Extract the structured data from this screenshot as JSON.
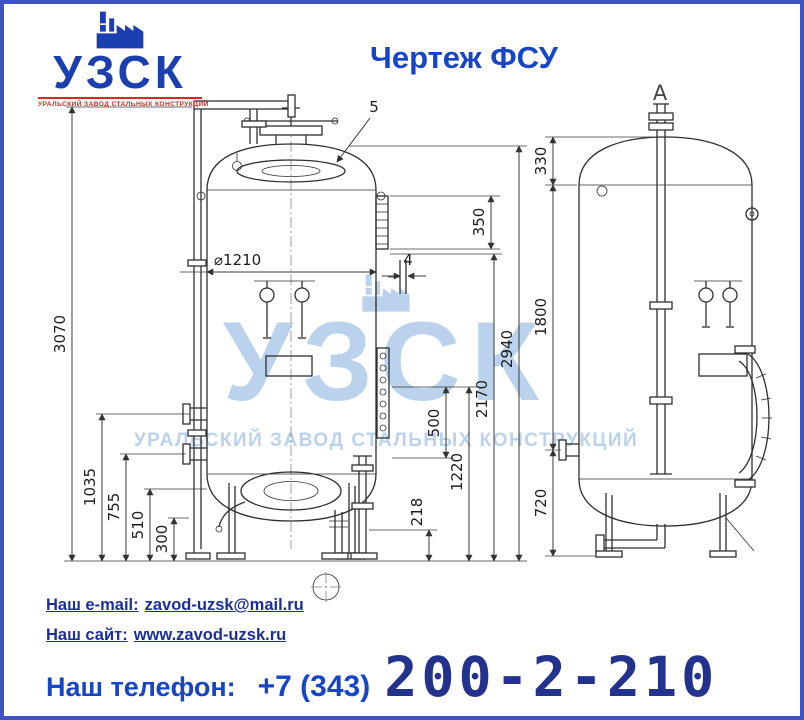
{
  "page": {
    "title": "Чертеж ФСУ"
  },
  "logo": {
    "name": "УЗСК",
    "subtitle": "УРАЛЬСКИЙ ЗАВОД СТАЛЬНЫХ КОНСТРУКЦИЙ"
  },
  "watermark": {
    "name": "УЗСК",
    "subtitle": "УРАЛЬСКИЙ ЗАВОД СТАЛЬНЫХ КОНСТРУКЦИЙ"
  },
  "drawing": {
    "section_label": "A",
    "callout": "5",
    "dims": {
      "d3070": "3070",
      "d1210": "⌀1210",
      "d350": "350",
      "d4": "4",
      "d2940": "2940",
      "d2170": "2170",
      "d1220": "1220",
      "d500": "500",
      "d218": "218",
      "d1035": "1035",
      "d755": "755",
      "d510": "510",
      "d300": "300",
      "d330": "330",
      "d1800": "1800",
      "d720": "720"
    }
  },
  "footer": {
    "email_label": "Наш e-mail:",
    "email": "zavod-uzsk@mail.ru",
    "site_label": "Наш сайт:",
    "site": "www.zavod-uzsk.ru",
    "phone_label": "Наш телефон:",
    "phone_prefix": "+7 (343)",
    "phone_number": "200-2-210"
  }
}
